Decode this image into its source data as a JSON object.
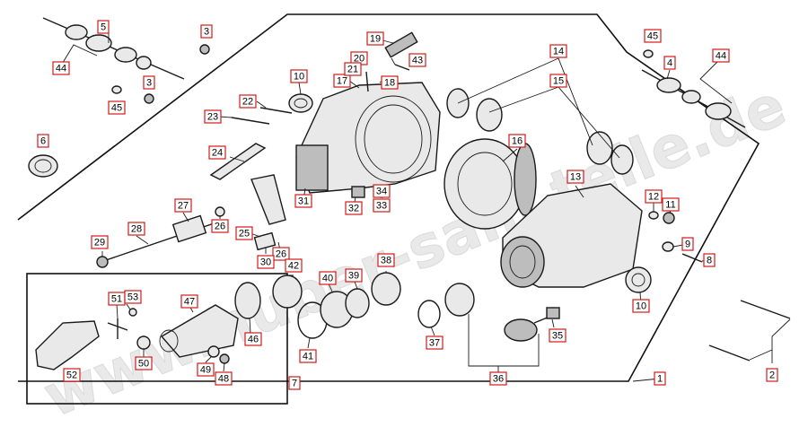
{
  "watermark": "www.huber-sam.teile.de",
  "labels": [
    {
      "id": "l1",
      "text": "1"
    },
    {
      "id": "l2",
      "text": "2"
    },
    {
      "id": "l3a",
      "text": "3"
    },
    {
      "id": "l3b",
      "text": "3"
    },
    {
      "id": "l4",
      "text": "4"
    },
    {
      "id": "l5",
      "text": "5"
    },
    {
      "id": "l6",
      "text": "6"
    },
    {
      "id": "l7",
      "text": "7"
    },
    {
      "id": "l8",
      "text": "8"
    },
    {
      "id": "l9",
      "text": "9"
    },
    {
      "id": "l10a",
      "text": "10"
    },
    {
      "id": "l10b",
      "text": "10"
    },
    {
      "id": "l11",
      "text": "11"
    },
    {
      "id": "l12",
      "text": "12"
    },
    {
      "id": "l13",
      "text": "13"
    },
    {
      "id": "l14",
      "text": "14"
    },
    {
      "id": "l15",
      "text": "15"
    },
    {
      "id": "l16",
      "text": "16"
    },
    {
      "id": "l17",
      "text": "17"
    },
    {
      "id": "l18",
      "text": "18"
    },
    {
      "id": "l19",
      "text": "19"
    },
    {
      "id": "l20",
      "text": "20"
    },
    {
      "id": "l21",
      "text": "21"
    },
    {
      "id": "l22",
      "text": "22"
    },
    {
      "id": "l23",
      "text": "23"
    },
    {
      "id": "l24",
      "text": "24"
    },
    {
      "id": "l25",
      "text": "25"
    },
    {
      "id": "l26a",
      "text": "26"
    },
    {
      "id": "l26b",
      "text": "26"
    },
    {
      "id": "l27",
      "text": "27"
    },
    {
      "id": "l28",
      "text": "28"
    },
    {
      "id": "l29",
      "text": "29"
    },
    {
      "id": "l30",
      "text": "30"
    },
    {
      "id": "l31",
      "text": "31"
    },
    {
      "id": "l32",
      "text": "32"
    },
    {
      "id": "l33",
      "text": "33"
    },
    {
      "id": "l34",
      "text": "34"
    },
    {
      "id": "l35",
      "text": "35"
    },
    {
      "id": "l36",
      "text": "36"
    },
    {
      "id": "l37",
      "text": "37"
    },
    {
      "id": "l38",
      "text": "38"
    },
    {
      "id": "l39",
      "text": "39"
    },
    {
      "id": "l40",
      "text": "40"
    },
    {
      "id": "l41",
      "text": "41"
    },
    {
      "id": "l42",
      "text": "42"
    },
    {
      "id": "l43",
      "text": "43"
    },
    {
      "id": "l44a",
      "text": "44"
    },
    {
      "id": "l44b",
      "text": "44"
    },
    {
      "id": "l45a",
      "text": "45"
    },
    {
      "id": "l45b",
      "text": "45"
    },
    {
      "id": "l46",
      "text": "46"
    },
    {
      "id": "l47",
      "text": "47"
    },
    {
      "id": "l48",
      "text": "48"
    },
    {
      "id": "l49",
      "text": "49"
    },
    {
      "id": "l50",
      "text": "50"
    },
    {
      "id": "l51",
      "text": "51"
    },
    {
      "id": "l52",
      "text": "52"
    },
    {
      "id": "l53",
      "text": "53"
    }
  ],
  "colors": {
    "label_border": "#d11a1a",
    "line": "#1a1a1a",
    "watermark": "#d7d7d7"
  }
}
